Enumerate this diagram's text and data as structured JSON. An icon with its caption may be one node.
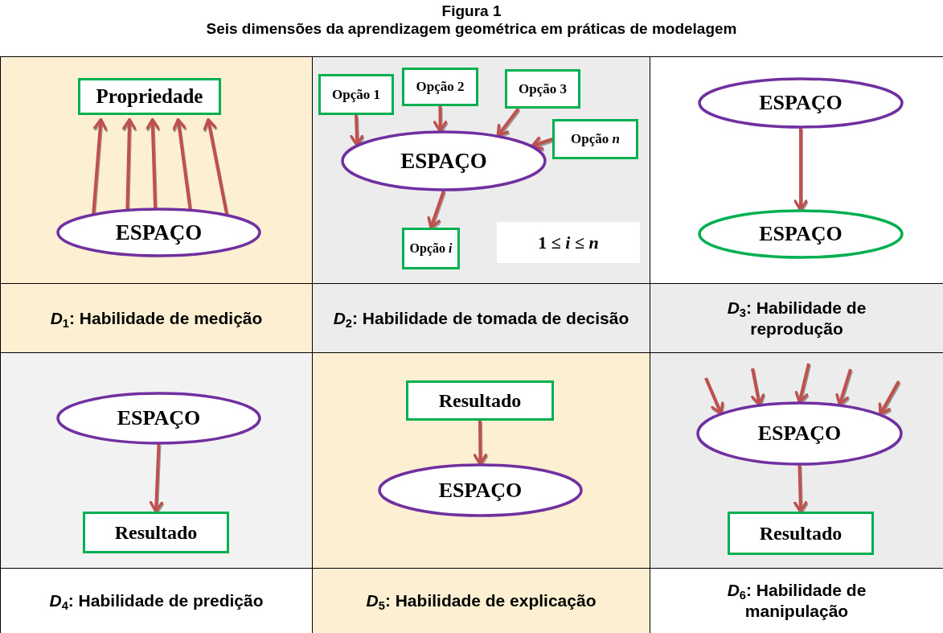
{
  "diagram": {
    "title": "Figura 1",
    "nodes": [
      {
        "text": [
          "Propriedade"
        ]
      },
      {
        "text": [
          "ESPAÇO"
        ]
      },
      {
        "text": [
          "Opção 1"
        ]
      },
      {
        "text": [
          "Opção 2"
        ]
      },
      {
        "text": [
          "Opção 3"
        ]
      },
      {
        "text": [
          "Opção *n*"
        ]
      },
      {
        "text": [
          "ESPAÇO"
        ]
      },
      {
        "text": [
          "Opção *i*"
        ]
      },
      {
        "text": [
          "1 ≤ *i* ≤ *n*"
        ]
      },
      {
        "text": [
          "ESPAÇO"
        ]
      },
      {
        "text": [
          "ESPAÇO"
        ]
      },
      {
        "text": [
          "ESPAÇO"
        ]
      },
      {
        "text": [
          "Resultado"
        ]
      },
      {
        "text": [
          "Resultado"
        ]
      },
      {
        "text": [
          "ESPAÇO"
        ]
      },
      {
        "text": [
          "ESPAÇO"
        ]
      },
      {
        "text": [
          "Resultado"
        ]
      }
    ],
    "edges": [
      {
        "from": 1,
        "to": 0,
        "arrow": "to"
      },
      {
        "from": 1,
        "to": 0,
        "arrow": "to"
      },
      {
        "from": 1,
        "to": 0,
        "arrow": "to"
      },
      {
        "from": 1,
        "to": 0,
        "arrow": "to"
      },
      {
        "from": 1,
        "to": 0,
        "arrow": "to"
      },
      {
        "from": 2,
        "to": 6,
        "arrow": "to"
      },
      {
        "from": 3,
        "to": 6,
        "arrow": "to"
      },
      {
        "from": 4,
        "to": 6,
        "arrow": "to"
      },
      {
        "from": 5,
        "to": 6,
        "arrow": "to"
      },
      {
        "from": 6,
        "to": 7,
        "arrow": "to"
      },
      {
        "from": 9,
        "to": 10,
        "arrow": "to"
      },
      {
        "from": 11,
        "to": 12,
        "arrow": "to"
      },
      {
        "from": 13,
        "to": 14,
        "arrow": "to"
      },
      {
        "from": null,
        "to": 15,
        "arrow": "to"
      },
      {
        "from": null,
        "to": 15,
        "arrow": "to"
      },
      {
        "from": null,
        "to": 15,
        "arrow": "to"
      },
      {
        "from": null,
        "to": 15,
        "arrow": "to"
      },
      {
        "from": null,
        "to": 15,
        "arrow": "to"
      },
      {
        "from": 15,
        "to": 16,
        "arrow": "to"
      }
    ],
    "labels": [
      "Seis dimensões da aprendizagem geométrica em práticas de modelagem",
      "*D*$_{1}$: Habilidade de medição",
      "*D*$_{2}$: Habilidade de tomada de decisão",
      "*D*$_{3}$: Habilidade de reprodução",
      "*D*$_{4}$: Habilidade de predição",
      "*D*$_{5}$: Habilidade de explicação",
      "*D*$_{6}$: Habilidade de manipulação"
    ]
  }
}
